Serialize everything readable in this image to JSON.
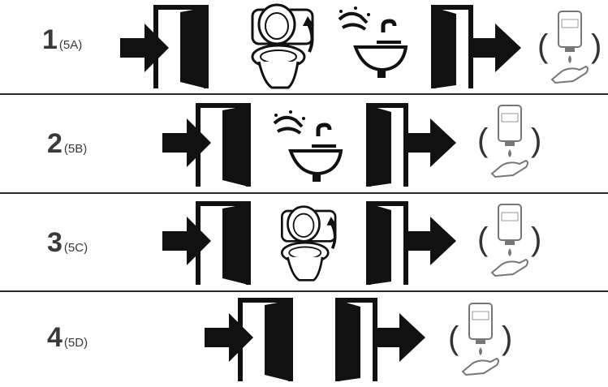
{
  "rows": [
    {
      "number": "1",
      "code": "(5A)",
      "steps": [
        "arrow-enter-door",
        "toilet",
        "handwashing",
        "exit-door-arrow",
        "sanitizer"
      ]
    },
    {
      "number": "2",
      "code": "(5B)",
      "steps": [
        "arrow-enter-door",
        "handwashing",
        "exit-door-arrow",
        "sanitizer"
      ]
    },
    {
      "number": "3",
      "code": "(5C)",
      "steps": [
        "arrow-enter-door",
        "toilet",
        "exit-door-arrow",
        "sanitizer"
      ]
    },
    {
      "number": "4",
      "code": "(5D)",
      "steps": [
        "arrow-enter-door",
        "exit-door-arrow",
        "sanitizer"
      ]
    }
  ],
  "icons": {
    "enter": "arrow-into-door-icon",
    "exit": "door-arrow-out-icon",
    "toilet": "toilet-flush-icon",
    "wash": "handwashing-sink-icon",
    "sanitizer": "hand-sanitizer-dispenser-icon"
  },
  "colors": {
    "icon": "#111111",
    "text": "#3a3a3a",
    "light_icon": "#9a9a9a"
  }
}
